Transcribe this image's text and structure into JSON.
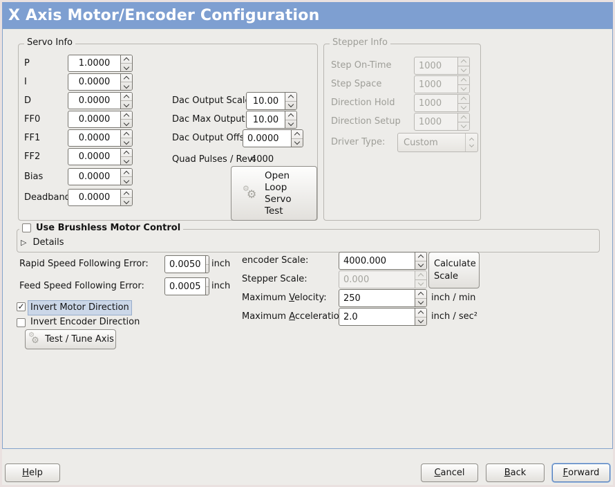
{
  "window": {
    "title": "X Axis Motor/Encoder Configuration"
  },
  "icons": {
    "gear": "⚙",
    "expander": "▷",
    "check": "✓"
  },
  "colors": {
    "titlebar": "#7E9FD1",
    "content_border": "#83A3CB",
    "focus_ring": "#4E7DBF",
    "label_highlight": "#CBD7E8"
  },
  "servo_info": {
    "legend": "Servo Info",
    "rows": [
      {
        "label": "P",
        "value": "1.0000"
      },
      {
        "label": "I",
        "value": "0.0000"
      },
      {
        "label": "D",
        "value": "0.0000"
      },
      {
        "label": "FF0",
        "value": "0.0000"
      },
      {
        "label": "FF1",
        "value": "0.0000"
      },
      {
        "label": "FF2",
        "value": "0.0000"
      },
      {
        "label": "Bias",
        "value": "0.0000"
      },
      {
        "label": "Deadband",
        "value": "0.0000"
      }
    ],
    "dac_rows": [
      {
        "label": "Dac Output Scale:",
        "value": "10.00"
      },
      {
        "label": "Dac Max Output:",
        "value": "10.00"
      },
      {
        "label": "Dac Output Offset:",
        "value": "0.0000"
      }
    ],
    "quad_label": "Quad Pulses / Rev:",
    "quad_value": "4000",
    "open_loop_button": {
      "line1": "Open",
      "line2": "Loop",
      "line3": "Servo",
      "line4": "Test"
    }
  },
  "stepper_info": {
    "legend": "Stepper Info",
    "rows": [
      {
        "label": "Step On-Time",
        "value": "1000"
      },
      {
        "label": "Step Space",
        "value": "1000"
      },
      {
        "label": "Direction Hold",
        "value": "1000"
      },
      {
        "label": "Direction Setup",
        "value": "1000"
      }
    ],
    "driver_type_label": "Driver Type:",
    "driver_type_value": "Custom"
  },
  "brushless": {
    "checkbox_label": "Use Brushless Motor Control",
    "checked": false,
    "details_label": "Details"
  },
  "tuning": {
    "rapid_label": "Rapid Speed Following Error:",
    "rapid_value": "0.0050",
    "rapid_unit": "inch",
    "feed_label": "Feed Speed Following Error:",
    "feed_value": "0.0005",
    "feed_unit": "inch",
    "encoder_label": "encoder Scale:",
    "encoder_value": "4000.000",
    "stepper_label": "Stepper Scale:",
    "stepper_value": "0.000",
    "calc_button": {
      "line1": "Calculate",
      "line2": "Scale"
    },
    "velocity_label": {
      "pre": "Maximum ",
      "mn": "V",
      "post": "elocity:"
    },
    "velocity_value": "250",
    "velocity_unit": "inch / min",
    "accel_label": {
      "pre": "Maximum ",
      "mn": "A",
      "post": "cceleration:"
    },
    "accel_value": "2.0",
    "accel_unit": "inch / sec²",
    "invert_motor_label": "Invert Motor Direction",
    "invert_motor_checked": true,
    "invert_encoder_label": "Invert Encoder Direction",
    "invert_encoder_checked": false,
    "test_tune_label": "Test / Tune Axis"
  },
  "footer": {
    "help": {
      "pre": "",
      "mn": "H",
      "post": "elp"
    },
    "cancel": {
      "pre": "",
      "mn": "C",
      "post": "ancel"
    },
    "back": {
      "pre": "",
      "mn": "B",
      "post": "ack"
    },
    "forward": {
      "pre": "",
      "mn": "F",
      "post": "orward"
    }
  }
}
